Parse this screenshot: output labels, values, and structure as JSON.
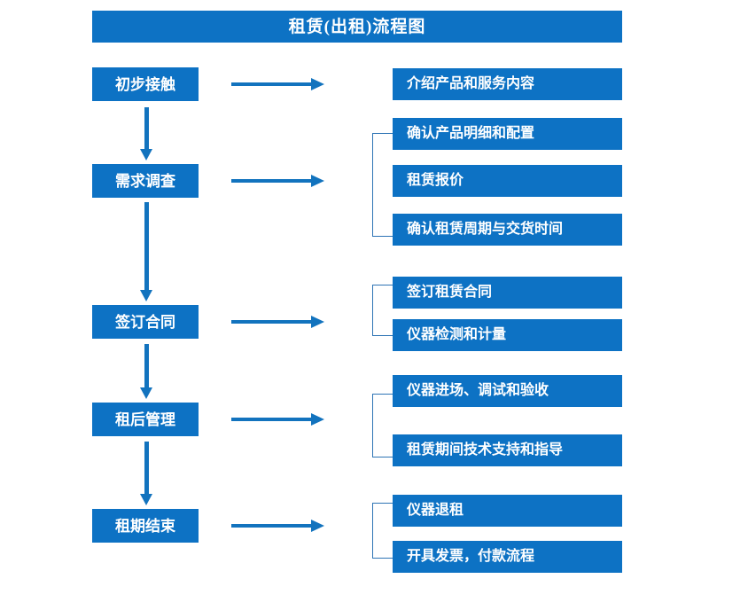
{
  "diagram": {
    "title": "租赁(出租)流程图",
    "accent_color": "#0D72C4",
    "arrow_color": "#1273BE",
    "bracket_color": "#2E74B5",
    "title_text_color": "#FFFFFF",
    "box_text_color": "#FFFFFF",
    "type": "flowchart",
    "orientation": "vertical-stages-with-horizontal-details"
  },
  "stages": [
    {
      "id": "stage-1",
      "label": "初步接触",
      "details": [
        "介绍产品和服务内容"
      ]
    },
    {
      "id": "stage-2",
      "label": "需求调查",
      "details": [
        "确认产品明细和配置",
        "租赁报价",
        "确认租赁周期与交货时间"
      ]
    },
    {
      "id": "stage-3",
      "label": "签订合同",
      "details": [
        "签订租赁合同",
        "仪器检测和计量"
      ]
    },
    {
      "id": "stage-4",
      "label": "租后管理",
      "details": [
        "仪器进场、调试和验收",
        "租赁期间技术支持和指导"
      ]
    },
    {
      "id": "stage-5",
      "label": "租期结束",
      "details": [
        "仪器退租",
        "开具发票，付款流程"
      ]
    }
  ],
  "detail_boxes": [
    "介绍产品和服务内容",
    "确认产品明细和配置",
    "租赁报价",
    "确认租赁周期与交货时间",
    "签订租赁合同",
    "仪器检测和计量",
    "仪器进场、调试和验收",
    "租赁期间技术支持和指导",
    "仪器退租",
    "开具发票，付款流程"
  ]
}
